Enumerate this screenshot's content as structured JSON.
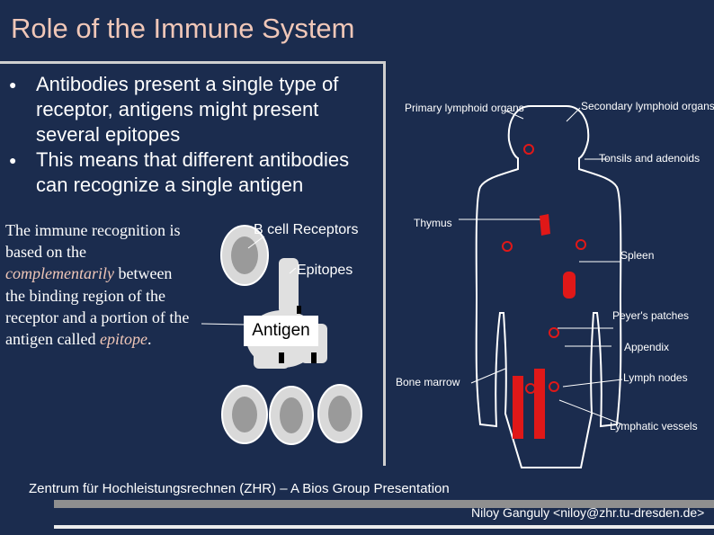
{
  "slide": {
    "title": "Role of the Immune System",
    "bullets": [
      "Antibodies present a single type of receptor, antigens might present several epitopes",
      "This means that different antibodies can recognize a single antigen"
    ],
    "paragraph": {
      "part1": "The immune recognition is based on the ",
      "italic1": "complementarily",
      "part2": " between the binding region of the receptor and a portion of the antigen called ",
      "italic2": "epitope",
      "part3": "."
    }
  },
  "cell_diagram": {
    "receptor_label": "B cell Receptors",
    "epitope_label": "Epitopes",
    "antigen_label": "Antigen"
  },
  "body_diagram": {
    "primary": "Primary lymphoid organs",
    "secondary": "Secondary lymphoid organs",
    "tonsils": "Tonsils and adenoids",
    "thymus": "Thymus",
    "spleen": "Spleen",
    "peyers": "Peyer's patches",
    "appendix": "Appendix",
    "bone_marrow": "Bone marrow",
    "lymph_nodes": "Lymph nodes",
    "lymphatic_vessels": "Lymphatic vessels"
  },
  "footer": {
    "org": "Zentrum für Hochleistungsrechnen  (ZHR) – A Bios Group Presentation",
    "author": "Niloy Ganguly <niloy@zhr.tu-dresden.de>"
  },
  "colors": {
    "background": "#1b2c4e",
    "title": "#f0c7b8",
    "organ_red": "#e01818"
  }
}
